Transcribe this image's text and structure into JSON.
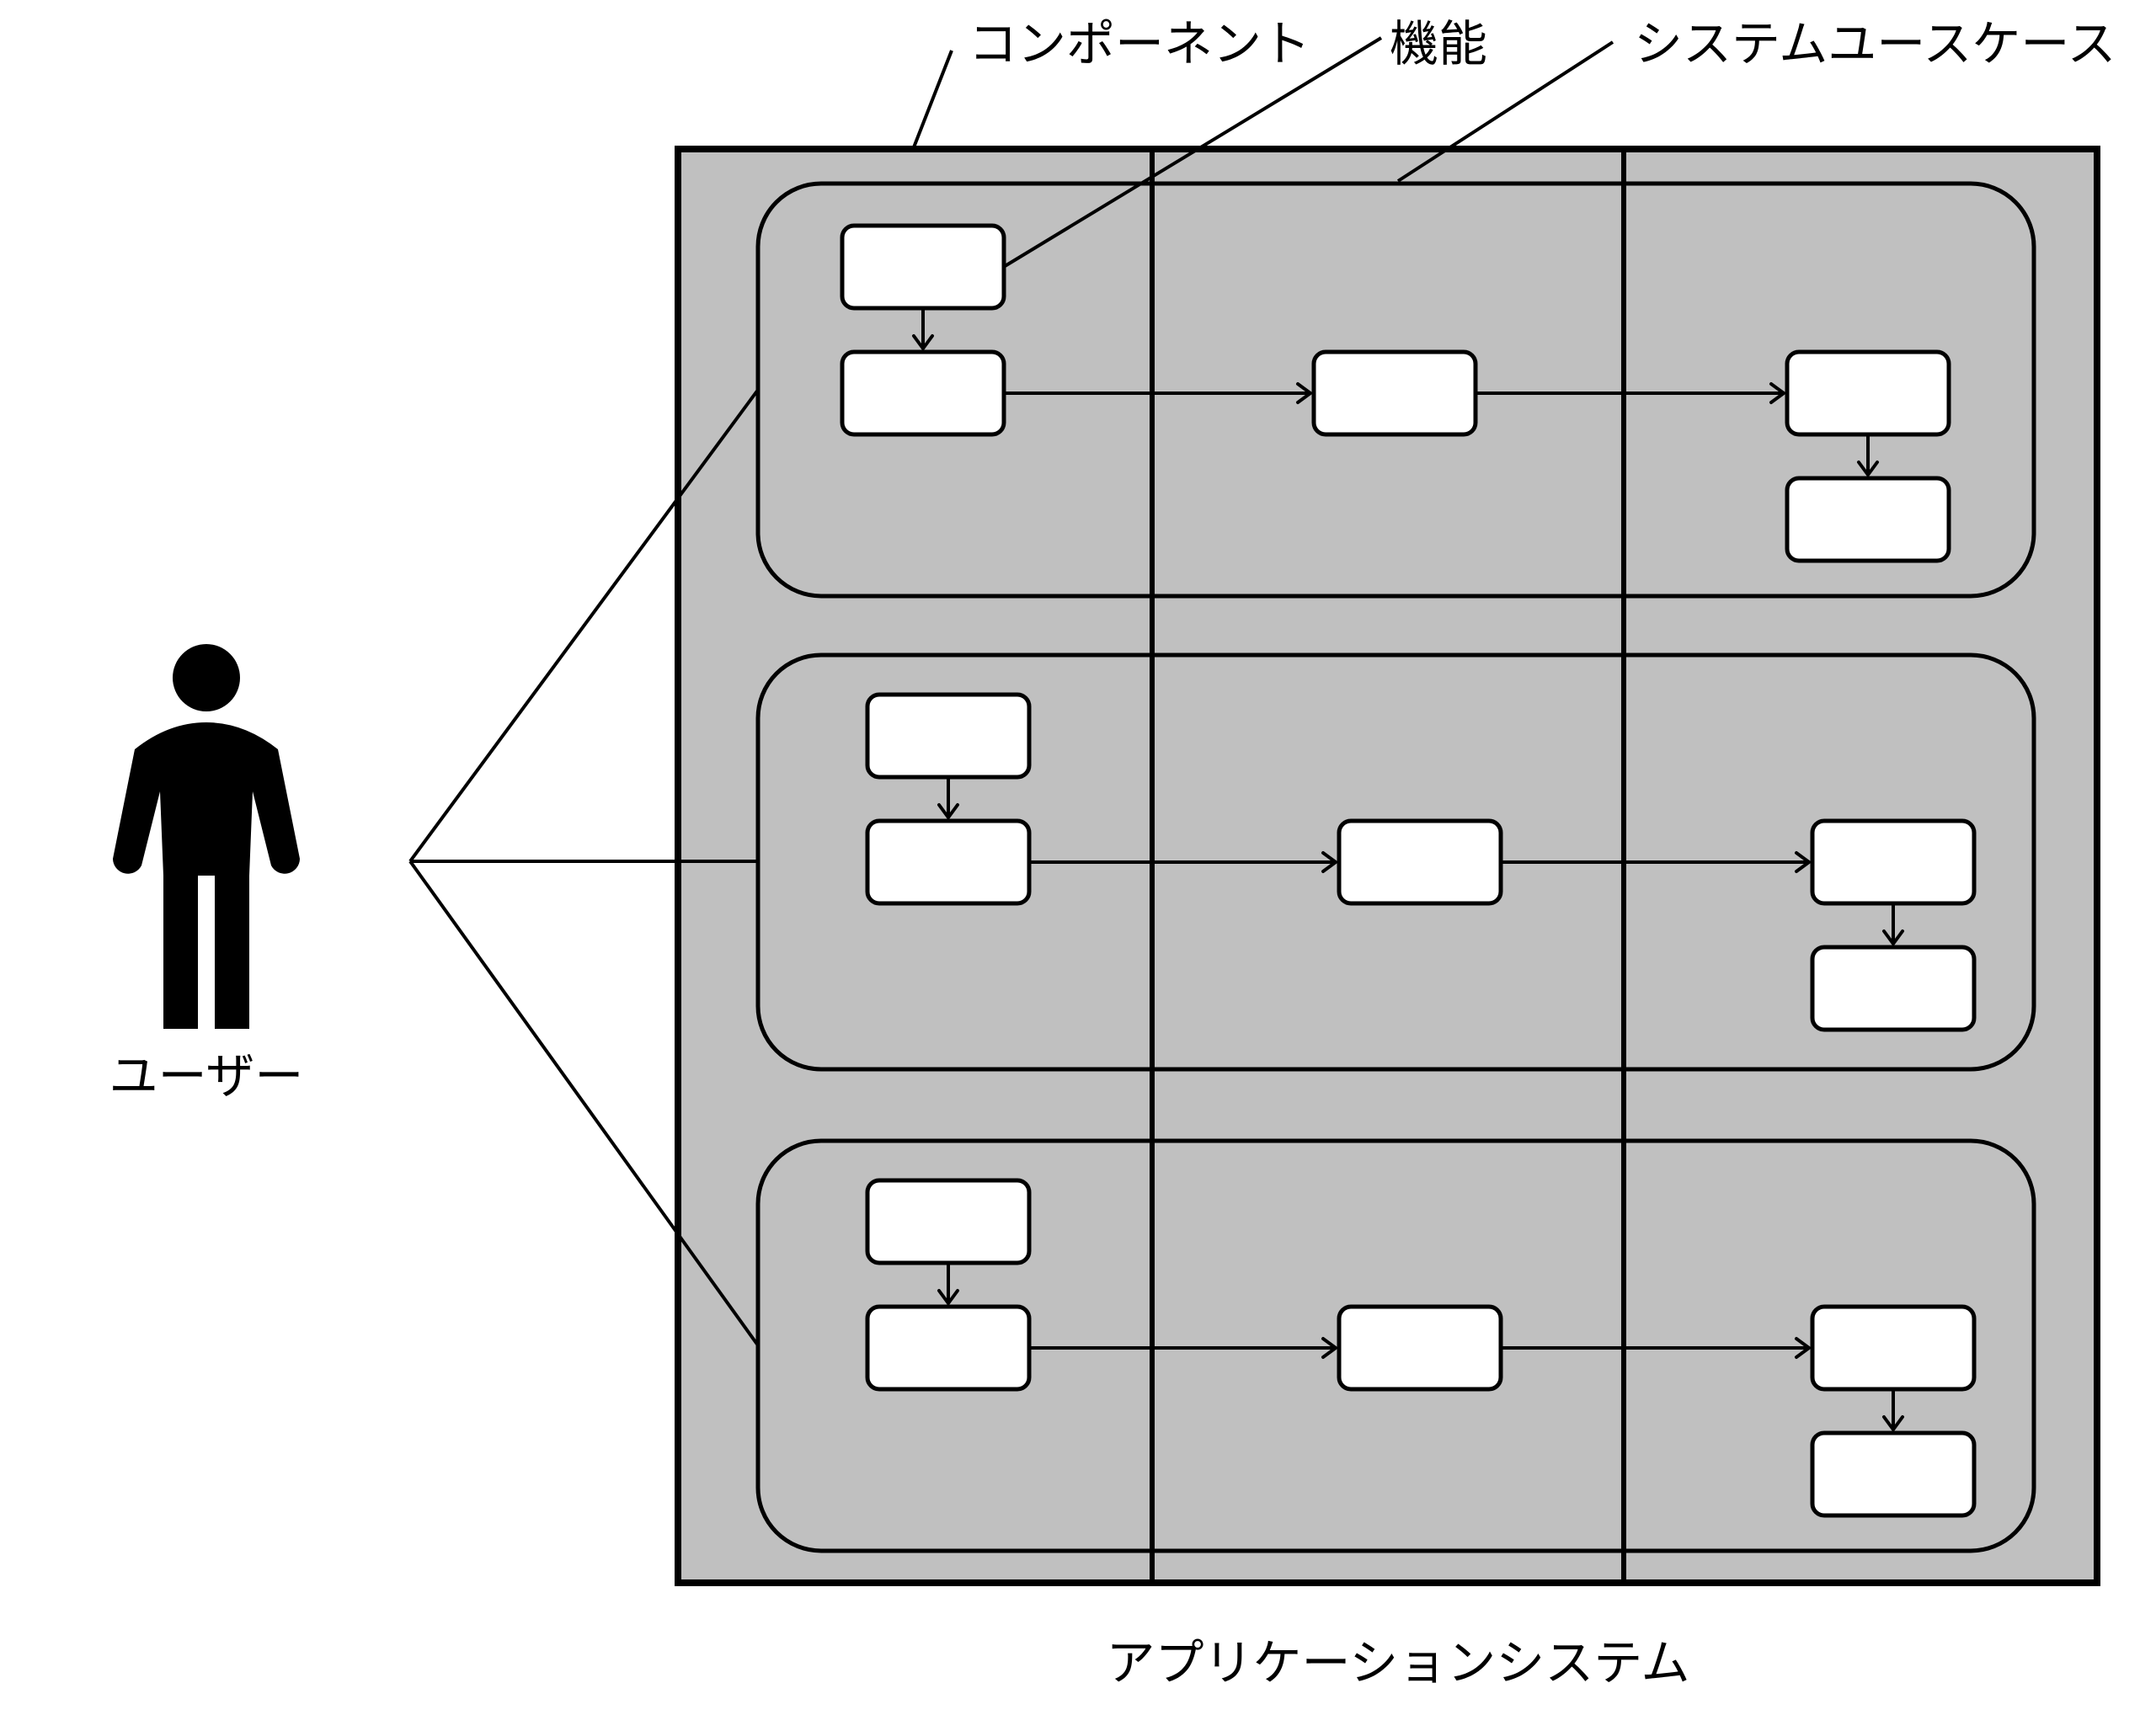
{
  "labels": {
    "component": "コンポーネント",
    "function": "機能",
    "system_use_case": "システムユースケース",
    "user": "ユーザー",
    "application_system": "アプリケーションシステム"
  },
  "colors": {
    "frame_fill": "#c0c0c0",
    "box_fill": "#ffffff",
    "stroke": "#000000"
  },
  "icons": [
    "user-figure-icon"
  ],
  "structure": {
    "lanes": 3,
    "use_cases": 3,
    "functions_per_use_case": 5
  }
}
